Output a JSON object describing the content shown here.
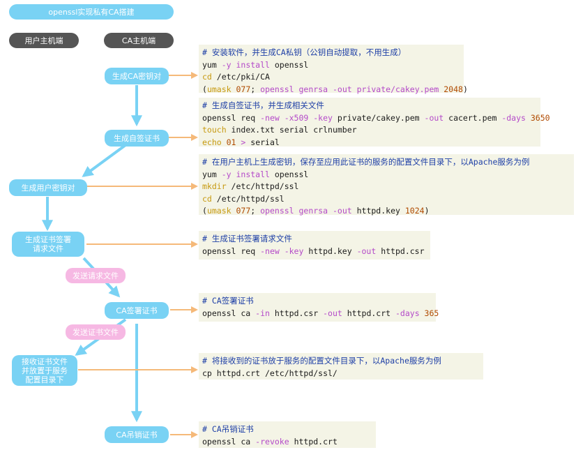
{
  "title": "openssl实现私有CA搭建",
  "headers": {
    "user": "用户主机端",
    "ca": "CA主机端"
  },
  "steps": {
    "ca_keypair": "生成CA密钥对",
    "self_signed": "生成自签证书",
    "user_key": "生成用户密钥对",
    "csr": "生成证书签署\n请求文件",
    "ca_sign": "CA签署证书",
    "receive": "接收证书文件\n并放置于服务\n配置目录下",
    "revoke": "CA吊销证书"
  },
  "transfers": {
    "send_request": "发送请求文件",
    "send_cert": "发送证书文件"
  },
  "colors": {
    "step": "#79d2f4",
    "header": "#555555",
    "transfer": "#f6b8e3",
    "arrow_orange": "#f5b979",
    "code_bg": "#f4f4e6"
  },
  "code": {
    "b1": [
      [
        [
          "# 安装软件，并生成CA私钥（公钥自动提取，不用生成）",
          "cmt"
        ]
      ],
      [
        [
          "yum ",
          "cmd"
        ],
        [
          "-y install",
          "kw"
        ],
        [
          " openssl",
          "cmd"
        ]
      ],
      [
        [
          "cd",
          "yel"
        ],
        [
          " /etc/pki/CA",
          "cmd"
        ]
      ],
      [
        [
          "(",
          "cmd"
        ],
        [
          "umask",
          "yel"
        ],
        [
          " 077",
          "num"
        ],
        [
          "; ",
          "cmd"
        ],
        [
          "openssl genrsa",
          "kw"
        ],
        [
          " -out",
          "kw"
        ],
        [
          " private/cakey.pem ",
          "kw"
        ],
        [
          "2048",
          "num"
        ],
        [
          ")",
          "cmd"
        ]
      ]
    ],
    "b2": [
      [
        [
          "# 生成自签证书，并生成相关文件",
          "cmt"
        ]
      ],
      [
        [
          "openssl req ",
          "cmd"
        ],
        [
          "-new -x509 -key",
          "kw"
        ],
        [
          " private/cakey.pem ",
          "cmd"
        ],
        [
          "-out",
          "kw"
        ],
        [
          " cacert.pem ",
          "cmd"
        ],
        [
          "-days",
          "kw"
        ],
        [
          " 3650",
          "num"
        ]
      ],
      [
        [
          "touch",
          "yel"
        ],
        [
          " index.txt serial crlnumber",
          "cmd"
        ]
      ],
      [
        [
          "echo",
          "yel"
        ],
        [
          " 01 ",
          "num"
        ],
        [
          ">",
          "kw"
        ],
        [
          " serial",
          "cmd"
        ]
      ]
    ],
    "b3": [
      [
        [
          "# 在用户主机上生成密钥，保存至应用此证书的服务的配置文件目录下，以Apache服务为例",
          "cmt"
        ]
      ],
      [
        [
          "yum ",
          "cmd"
        ],
        [
          "-y install",
          "kw"
        ],
        [
          " openssl",
          "cmd"
        ]
      ],
      [
        [
          "mkdir",
          "yel"
        ],
        [
          " /etc/httpd/ssl",
          "cmd"
        ]
      ],
      [
        [
          "cd",
          "yel"
        ],
        [
          " /etc/httpd/ssl",
          "cmd"
        ]
      ],
      [
        [
          "(",
          "cmd"
        ],
        [
          "umask",
          "yel"
        ],
        [
          " 077",
          "num"
        ],
        [
          "; ",
          "cmd"
        ],
        [
          "openssl genrsa",
          "kw"
        ],
        [
          " -out",
          "kw"
        ],
        [
          " httpd.key ",
          "cmd"
        ],
        [
          "1024",
          "num"
        ],
        [
          ")",
          "cmd"
        ]
      ]
    ],
    "b4": [
      [
        [
          "# 生成证书签署请求文件",
          "cmt"
        ]
      ],
      [
        [
          "openssl req ",
          "cmd"
        ],
        [
          "-new -key",
          "kw"
        ],
        [
          " httpd.key ",
          "cmd"
        ],
        [
          "-out",
          "kw"
        ],
        [
          " httpd.csr",
          "cmd"
        ]
      ]
    ],
    "b5": [
      [
        [
          "# CA签署证书",
          "cmt"
        ]
      ],
      [
        [
          "openssl ca ",
          "cmd"
        ],
        [
          "-in",
          "kw"
        ],
        [
          " httpd.csr ",
          "cmd"
        ],
        [
          "-out",
          "kw"
        ],
        [
          " httpd.crt ",
          "cmd"
        ],
        [
          "-days",
          "kw"
        ],
        [
          " 365",
          "num"
        ]
      ]
    ],
    "b6": [
      [
        [
          "# 将接收到的证书放于服务的配置文件目录下，以Apache服务为例",
          "cmt"
        ]
      ],
      [
        [
          "cp httpd.crt /etc/httpd/ssl/",
          "cmd"
        ]
      ]
    ],
    "b7": [
      [
        [
          "# CA吊销证书",
          "cmt"
        ]
      ],
      [
        [
          "openssl ca ",
          "cmd"
        ],
        [
          "-revoke",
          "kw"
        ],
        [
          " httpd.crt",
          "cmd"
        ]
      ]
    ]
  }
}
